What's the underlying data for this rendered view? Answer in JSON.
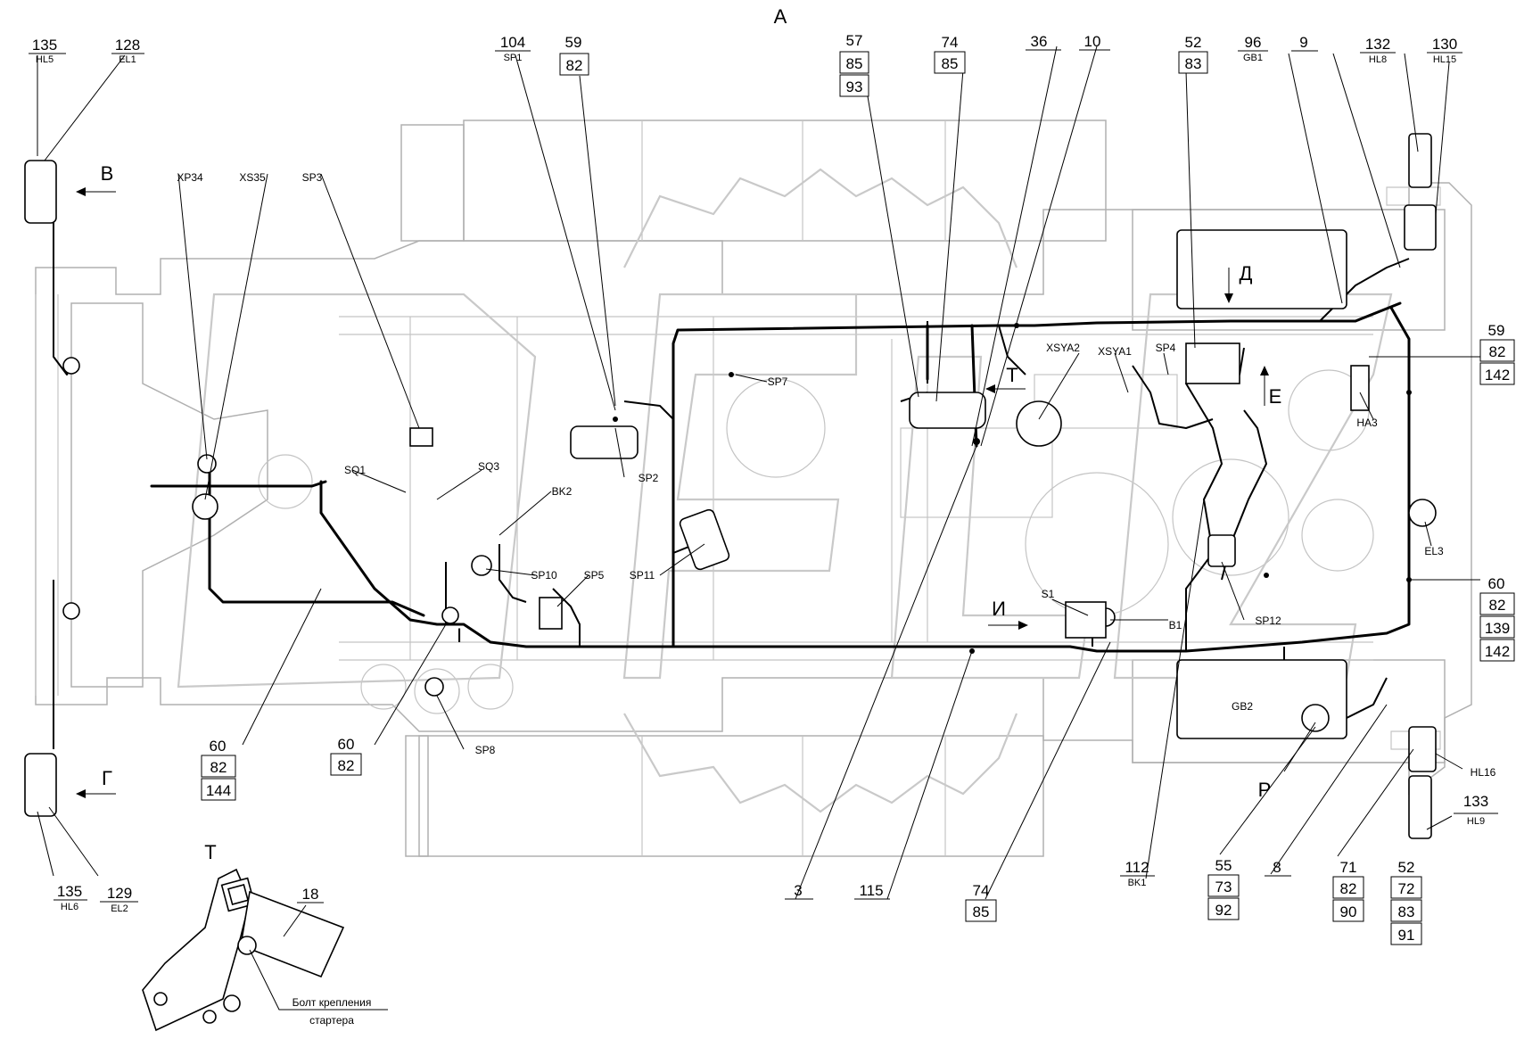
{
  "view_title": "А",
  "callouts_top": [
    {
      "id": "c135-top",
      "lines": [
        "135"
      ],
      "sub": "HL5"
    },
    {
      "id": "c128",
      "lines": [
        "128"
      ],
      "sub": "EL1"
    },
    {
      "id": "c104",
      "lines": [
        "104"
      ],
      "sub": "SP1"
    },
    {
      "id": "c59-82",
      "lines": [
        "59",
        "82"
      ],
      "sub": ""
    },
    {
      "id": "c57",
      "lines": [
        "57",
        "85",
        "93"
      ],
      "sub": ""
    },
    {
      "id": "c74-top",
      "lines": [
        "74",
        "85"
      ],
      "sub": ""
    },
    {
      "id": "c36",
      "lines": [
        "36"
      ],
      "sub": ""
    },
    {
      "id": "c10",
      "lines": [
        "10"
      ],
      "sub": ""
    },
    {
      "id": "c52-83",
      "lines": [
        "52",
        "83"
      ],
      "sub": ""
    },
    {
      "id": "c96",
      "lines": [
        "96"
      ],
      "sub": "GB1"
    },
    {
      "id": "c9",
      "lines": [
        "9"
      ],
      "sub": ""
    },
    {
      "id": "c132",
      "lines": [
        "132"
      ],
      "sub": "HL8"
    },
    {
      "id": "c130",
      "lines": [
        "130"
      ],
      "sub": "HL15"
    }
  ],
  "callouts_right": [
    {
      "id": "c59-right",
      "lines": [
        "59",
        "82",
        "142"
      ]
    },
    {
      "id": "c60-right",
      "lines": [
        "60",
        "82",
        "139",
        "142"
      ]
    }
  ],
  "callouts_bottom": [
    {
      "id": "c60-82-144",
      "lines": [
        "60",
        "82",
        "144"
      ],
      "sub": ""
    },
    {
      "id": "c60-82",
      "lines": [
        "60",
        "82"
      ],
      "sub": ""
    },
    {
      "id": "c135-bot",
      "lines": [
        "135"
      ],
      "sub": "HL6"
    },
    {
      "id": "c129",
      "lines": [
        "129"
      ],
      "sub": "EL2"
    },
    {
      "id": "c3",
      "lines": [
        "3"
      ],
      "sub": ""
    },
    {
      "id": "c115",
      "lines": [
        "115"
      ],
      "sub": ""
    },
    {
      "id": "c74-bot",
      "lines": [
        "74",
        "85"
      ],
      "sub": ""
    },
    {
      "id": "c112",
      "lines": [
        "112"
      ],
      "sub": "BK1"
    },
    {
      "id": "c55",
      "lines": [
        "55",
        "73",
        "92"
      ],
      "sub": ""
    },
    {
      "id": "c8",
      "lines": [
        "8"
      ],
      "sub": ""
    },
    {
      "id": "c71",
      "lines": [
        "71",
        "82",
        "90"
      ],
      "sub": ""
    },
    {
      "id": "c52-bot",
      "lines": [
        "52",
        "72",
        "83",
        "91"
      ],
      "sub": ""
    },
    {
      "id": "c133",
      "lines": [
        "133"
      ],
      "sub": "HL9"
    },
    {
      "id": "c18",
      "lines": [
        "18"
      ],
      "sub": ""
    }
  ],
  "designators": [
    "XP34",
    "XS35",
    "SP3",
    "SQ1",
    "SQ3",
    "BK2",
    "SP2",
    "SP10",
    "SP5",
    "SP11",
    "SP8",
    "SP7",
    "XSYA2",
    "XSYA1",
    "SP4",
    "HA3",
    "EL3",
    "S1",
    "B1",
    "SP12",
    "GB2",
    "HL16",
    "I"
  ],
  "view_letters": {
    "B": "В",
    "G": "Г",
    "T": "Т",
    "D": "Д",
    "E": "Е",
    "I": "И",
    "R": "Р"
  },
  "detail_title": "Т",
  "detail_note": [
    "Болт крепления",
    "стартера"
  ],
  "colors": {
    "ink": "#000000",
    "background": "#b0b0b0",
    "watermark": "#c9c9c9",
    "paper": "#ffffff"
  }
}
